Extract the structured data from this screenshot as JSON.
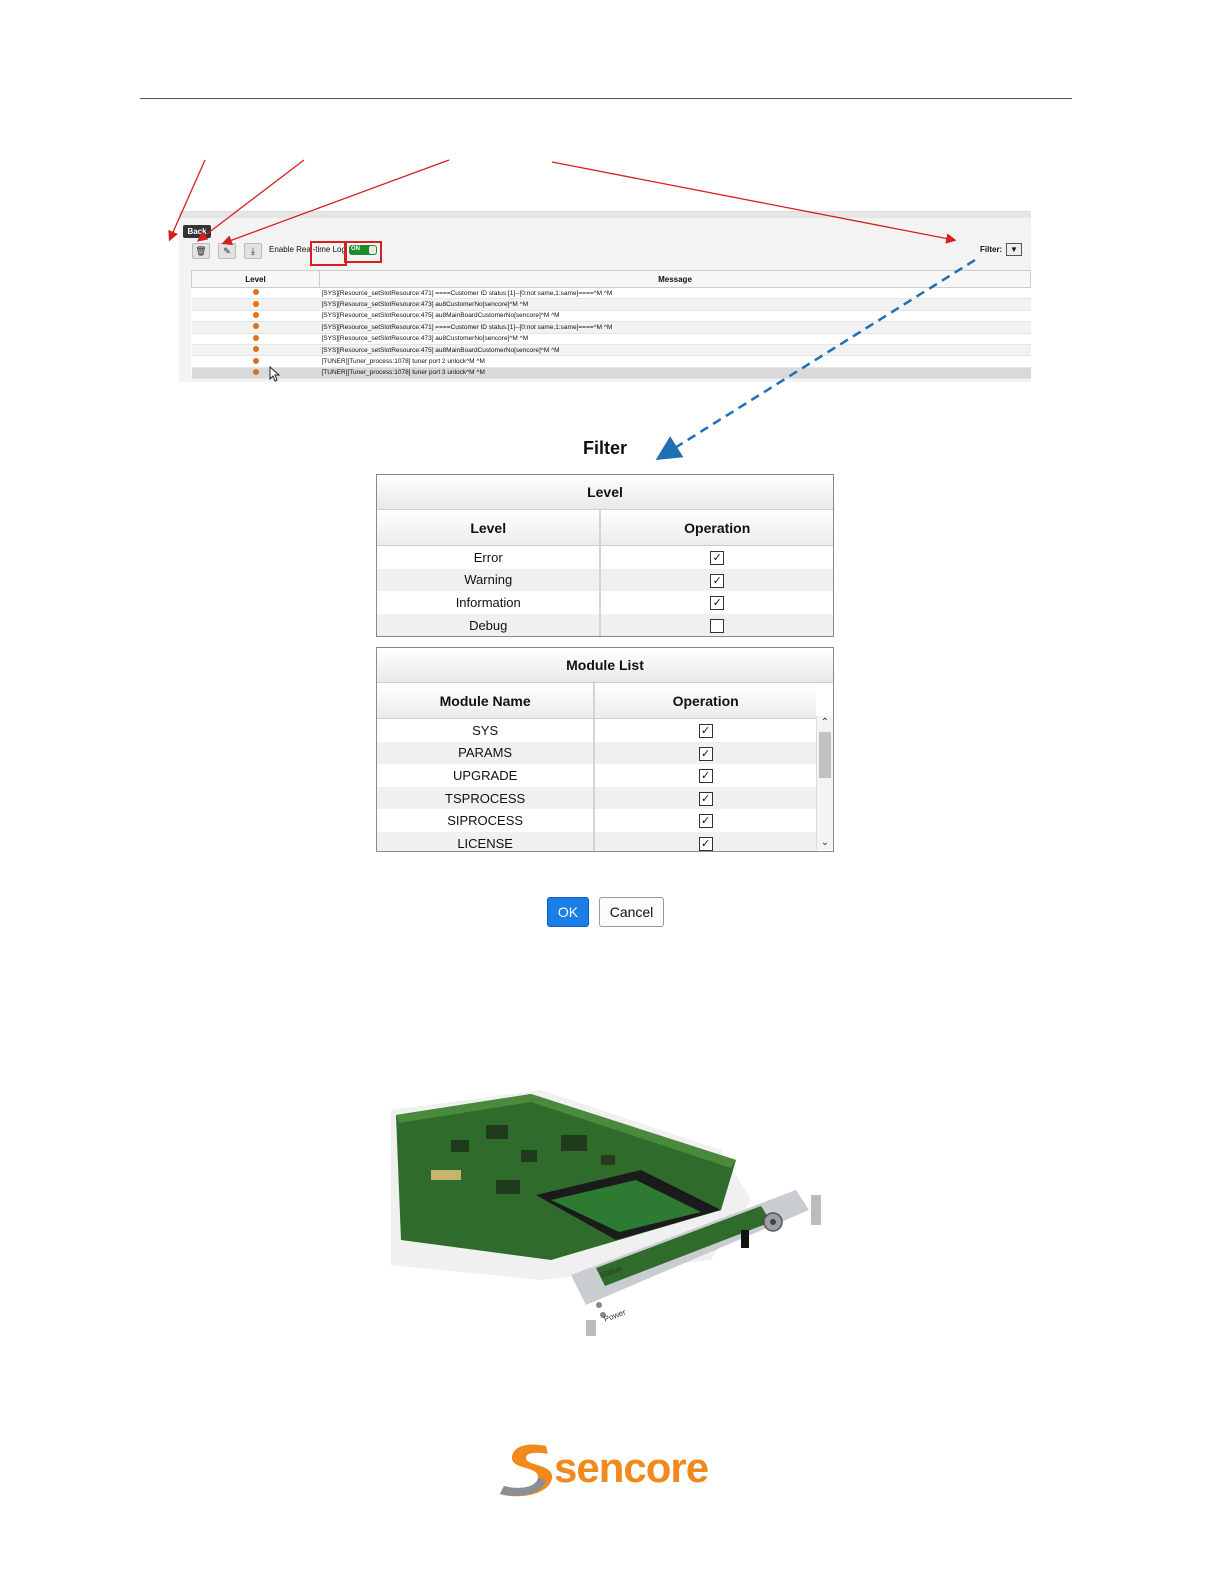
{
  "log_screenshot": {
    "back_label": "Back",
    "realtime_label": "Enable Real-time Log",
    "toggle_label": "ON",
    "filter_label": "Filter:",
    "filter_button_glyph": "▼",
    "columns": {
      "level": "Level",
      "message": "Message"
    },
    "rows": [
      "[SYS][Resource_setSlotResource:471] ====Customer ID status:[1]--[0:not same,1:same]====^M ^M",
      "[SYS][Resource_setSlotResource:473] au8CustomerNo[sencore]^M ^M",
      "[SYS][Resource_setSlotResource:475] au8MainBoardCustomerNo[sencore]^M ^M",
      "[SYS][Resource_setSlotResource:471] ====Customer ID status:[1]--[0:not same,1:same]====^M ^M",
      "[SYS][Resource_setSlotResource:473] au8CustomerNo[sencore]^M ^M",
      "[SYS][Resource_setSlotResource:475] au8MainBoardCustomerNo[sencore]^M ^M",
      "[TUNER][Tuner_process:1078] tuner port 2 unlock^M ^M",
      "[TUNER][Tuner_process:1078] tuner port 3 unlock^M ^M"
    ],
    "level_color": "#e0701a"
  },
  "filter_dialog": {
    "title": "Filter",
    "level_panel": {
      "header": "Level",
      "col_level": "Level",
      "col_operation": "Operation",
      "rows": [
        {
          "name": "Error",
          "checked": true
        },
        {
          "name": "Warning",
          "checked": true
        },
        {
          "name": "Information",
          "checked": true
        },
        {
          "name": "Debug",
          "checked": false
        }
      ]
    },
    "module_panel": {
      "header": "Module List",
      "col_module": "Module Name",
      "col_operation": "Operation",
      "rows": [
        {
          "name": "SYS",
          "checked": true
        },
        {
          "name": "PARAMS",
          "checked": true
        },
        {
          "name": "UPGRADE",
          "checked": true
        },
        {
          "name": "TSPROCESS",
          "checked": true
        },
        {
          "name": "SIPROCESS",
          "checked": true
        },
        {
          "name": "LICENSE",
          "checked": true
        }
      ]
    },
    "ok_label": "OK",
    "cancel_label": "Cancel",
    "ok_color": "#1a7ee6"
  },
  "photo": {
    "faceplate_labels": {
      "status": "Status",
      "power": "Power"
    }
  },
  "logo": {
    "text": "sencore",
    "color": "#f08a1c"
  },
  "annotation_colors": {
    "red": "#d61f1f",
    "blue": "#1f6fb5"
  }
}
